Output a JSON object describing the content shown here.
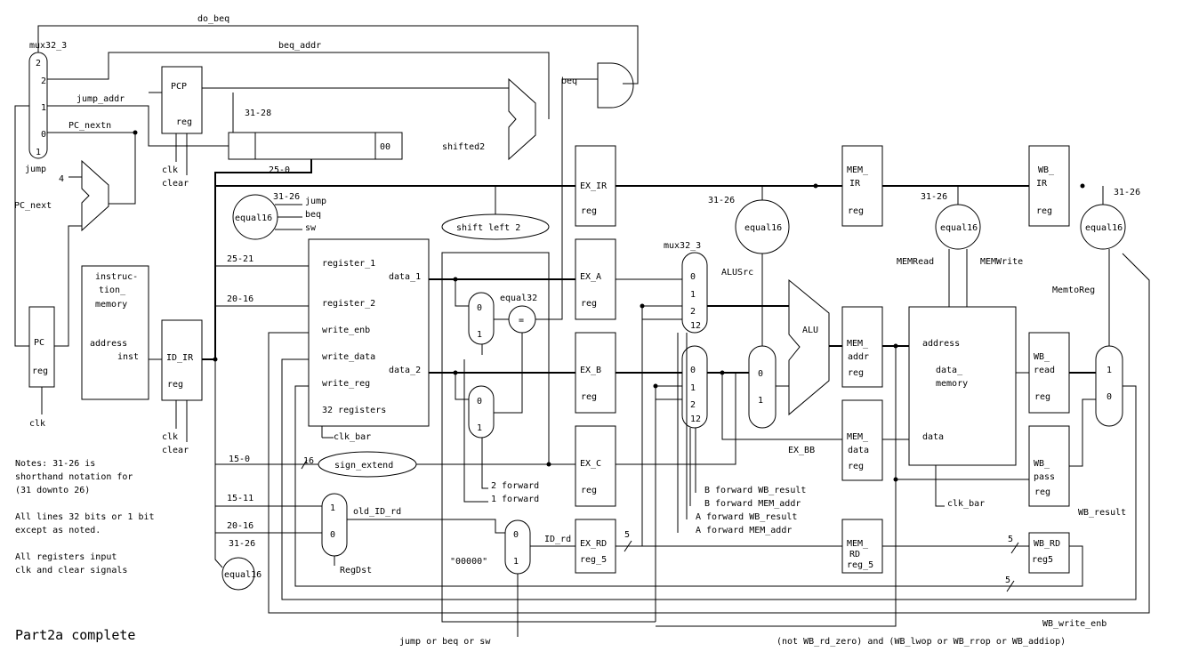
{
  "title": "Part2a complete",
  "notes": [
    "Notes: 31-26 is",
    "shorthand notation for",
    "(31 downto 26)",
    "All lines 32 bits or 1 bit",
    "except as noted.",
    "All registers input",
    "clk and clear signals"
  ],
  "blocks": {
    "pc": {
      "name": "PC",
      "sub": "reg"
    },
    "pcp": {
      "name": "PCP",
      "sub": "reg"
    },
    "imem": {
      "lines": [
        "instruc-",
        "tion_",
        "memory"
      ],
      "port": "address",
      "out": "inst"
    },
    "id_ir": {
      "name": "ID_IR",
      "sub": "reg"
    },
    "regfile": {
      "ports": [
        "register_1",
        "register_2",
        "write_enb",
        "write_data",
        "write_reg",
        "32 registers"
      ],
      "outs": [
        "data_1",
        "data_2"
      ]
    },
    "ex_ir": {
      "name": "EX_IR",
      "sub": "reg"
    },
    "ex_a": {
      "name": "EX_A",
      "sub": "reg"
    },
    "ex_b": {
      "name": "EX_B",
      "sub": "reg"
    },
    "ex_c": {
      "name": "EX_C",
      "sub": "reg"
    },
    "ex_rd": {
      "name": "EX_RD",
      "sub": "reg_5"
    },
    "mem_ir": {
      "lines": [
        "MEM_",
        "IR",
        "reg"
      ]
    },
    "mem_addr": {
      "lines": [
        "MEM_",
        "addr",
        "reg"
      ]
    },
    "mem_data": {
      "lines": [
        "MEM_",
        "data",
        "reg"
      ]
    },
    "mem_rd": {
      "lines": [
        "MEM_",
        "RD",
        "reg_5"
      ]
    },
    "dmem": {
      "port1": "address",
      "lines": [
        "data_",
        "memory"
      ],
      "port2": "data"
    },
    "wb_ir": {
      "lines": [
        "WB_",
        "IR",
        "reg"
      ]
    },
    "wb_read": {
      "lines": [
        "WB_",
        "read",
        "reg"
      ]
    },
    "wb_pass": {
      "lines": [
        "WB_",
        "pass",
        "reg"
      ]
    },
    "wb_rd": {
      "name": "WB_RD",
      "sub": "reg5"
    },
    "alu": "ALU",
    "shift": "shift left 2",
    "sign": "sign_extend",
    "equal16": "equal16",
    "equal32": "equal32",
    "eq": "="
  },
  "labels": {
    "do_beq": "do_beq",
    "beq_addr": "beq_addr",
    "mux32_3": "mux32_3",
    "jump_addr": "jump_addr",
    "pc_nextn": "PC_nextn",
    "pc_next": "PC_next",
    "jump": "jump",
    "four": "4",
    "clk": "clk",
    "clear": "clear",
    "b31_28": "31-28",
    "b25_0": "25-0",
    "b31_26": "31-26",
    "b25_21": "25-21",
    "b20_16": "20-16",
    "b15_0": "15-0",
    "b15_11": "15-11",
    "sixteen": "16",
    "five": "5",
    "zero_zero": "00",
    "beq": "beq",
    "sw": "sw",
    "shifted2": "shifted2",
    "alusrc": "ALUSrc",
    "memread": "MEMRead",
    "memwrite": "MEMWrite",
    "memtoreg": "MemtoReg",
    "ex_bb": "EX_BB",
    "clk_bar": "clk_bar",
    "wb_result": "WB_result",
    "wb_write_enb": "WB_write_enb",
    "old_id_rd": "old_ID_rd",
    "id_rd": "ID_rd",
    "regdst": "RegDst",
    "zeros5": "\"00000\"",
    "jump_or_beq_or_sw": "jump or beq or sw",
    "two_forward": "2 forward",
    "one_forward": "1 forward",
    "b_fwd_wb": "B forward WB_result",
    "b_fwd_mem": "B forward MEM_addr",
    "a_fwd_wb": "A forward WB_result",
    "a_fwd_mem": "A forward MEM_addr",
    "wb_condition": "(not WB_rd_zero) and (WB_lwop or WB_rrop or WB_addiop)",
    "m0": "0",
    "m1": "1",
    "m2": "2",
    "m12": "12"
  }
}
